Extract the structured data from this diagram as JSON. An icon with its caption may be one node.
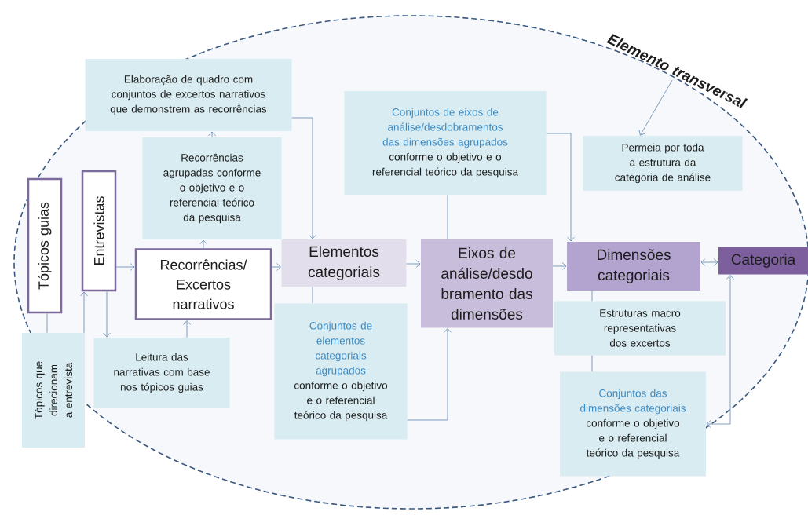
{
  "diagram": {
    "nodes": [
      {
        "text": [
          "Tópicos guias"
        ]
      },
      {
        "text": [
          "Entrevistas"
        ]
      },
      {
        "text": [
          "Tópicos que direcionam a entrevista"
        ]
      },
      {
        "text": [
          "Recorrências/ Excertos narrativos"
        ]
      },
      {
        "text": [
          "Leitura das narrativas com base nos tópicos guias"
        ]
      },
      {
        "text": [
          "Recorrências agrupadas conforme o objetivo e o referencial teórico da pesquisa"
        ]
      },
      {
        "text": [
          "Elaboração de quadro com conjuntos de excertos narrativos que demonstrem as recorrências"
        ]
      },
      {
        "text": [
          "Elementos categoriais"
        ]
      },
      {
        "text": [
          "Conjuntos de elementos categoriais agrupados",
          "conforme o objetivo e o referencial teórico da pesquisa"
        ]
      },
      {
        "text": [
          "Conjuntos de eixos de análise/desdobramentos das dimensões agrupados",
          "conforme o objetivo e o referencial teórico da pesquisa"
        ]
      },
      {
        "text": [
          "Eixos de análise/desdo bramento das dimensões"
        ]
      },
      {
        "text": [
          "Permeia por toda a estrutura da categoria de análise"
        ]
      },
      {
        "text": [
          "Dimensões categoriais"
        ]
      },
      {
        "text": [
          "Categoria"
        ]
      },
      {
        "text": [
          "Estruturas macro representativas dos excertos"
        ]
      },
      {
        "text": [
          "Conjuntos das dimensões categoriais",
          "conforme o objetivo e o referencial teórico da pesquisa"
        ]
      },
      {
        "text": [
          "Elemento transversal"
        ]
      }
    ],
    "edges": [
      {
        "from": 2,
        "to": 1,
        "arrow": "to"
      },
      {
        "from": 0,
        "to": 2,
        "arrow": "none"
      },
      {
        "from": 1,
        "to": 4,
        "arrow": "to"
      },
      {
        "from": 1,
        "to": 3,
        "arrow": "to"
      },
      {
        "from": 4,
        "to": 3,
        "arrow": "to"
      },
      {
        "from": 3,
        "to": 5,
        "arrow": "to"
      },
      {
        "from": 5,
        "to": 6,
        "arrow": "to"
      },
      {
        "from": 6,
        "to": 7,
        "arrow": "to"
      },
      {
        "from": 3,
        "to": 7,
        "arrow": "to"
      },
      {
        "from": 7,
        "to": 8,
        "arrow": "none"
      },
      {
        "from": 8,
        "to": 10,
        "arrow": "to"
      },
      {
        "from": 7,
        "to": 10,
        "arrow": "to"
      },
      {
        "from": 9,
        "to": 10,
        "arrow": "none"
      },
      {
        "from": 9,
        "to": 12,
        "arrow": "to"
      },
      {
        "from": 10,
        "to": 12,
        "arrow": "to"
      },
      {
        "from": 12,
        "to": 13,
        "arrow": "both"
      },
      {
        "from": 12,
        "to": 14,
        "arrow": "none"
      },
      {
        "from": 14,
        "to": 15,
        "arrow": "none"
      },
      {
        "from": 15,
        "to": 13,
        "arrow": "both"
      },
      {
        "from": 16,
        "to": 11,
        "arrow": "to"
      }
    ]
  }
}
